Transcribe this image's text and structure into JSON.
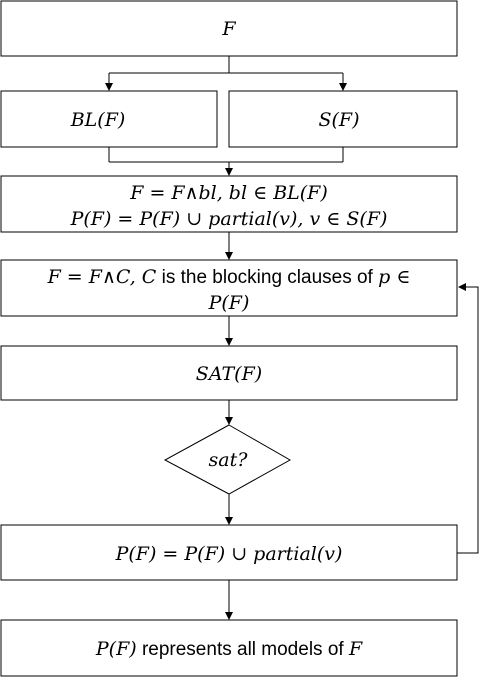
{
  "nodes": {
    "f": "F",
    "bl": "BL(F)",
    "s": "S(F)",
    "update_line1": "F = F∧bl, bl ∈ BL(F)",
    "update_line2": "P(F) = P(F) ∪ partial(v), v ∈ S(F)",
    "block_math1": "F = F∧C, C",
    "block_plain": " is the blocking clauses of ",
    "block_math2": "p ∈",
    "block_line2": "P(F)",
    "sat_call": "SAT(F)",
    "decision": "sat?",
    "add_partial": "P(F) = P(F) ∪ partial(v)",
    "final_math1": "P(F)",
    "final_plain": " represents all models of ",
    "final_math2": "F"
  }
}
